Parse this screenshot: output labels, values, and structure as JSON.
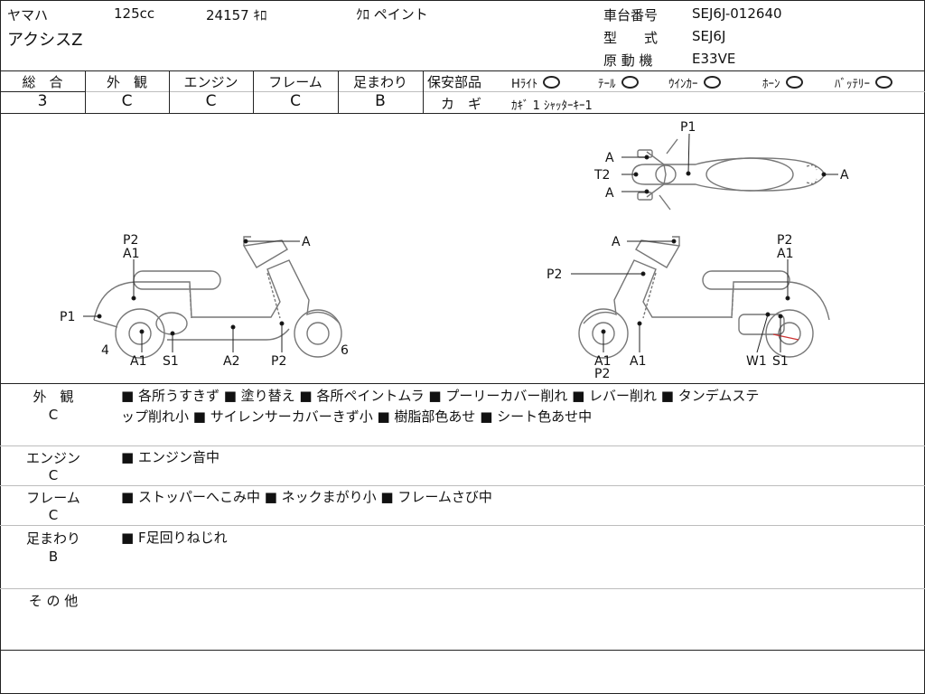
{
  "header": {
    "maker": "ヤマハ",
    "displacement": "125cc",
    "mileage": "24157 ｷﾛ",
    "color": "ｸﾛ ペイント",
    "model_name": "アクシスZ",
    "chassis_label": "車台番号",
    "chassis_value": "SEJ6J-012640",
    "type_label": "型　　式",
    "type_value": "SEJ6J",
    "engine_label": "原 動 機",
    "engine_value": "E33VE"
  },
  "grades": [
    {
      "label": "総　合",
      "value": "3"
    },
    {
      "label": "外　観",
      "value": "C"
    },
    {
      "label": "エンジン",
      "value": "C"
    },
    {
      "label": "フレーム",
      "value": "C"
    },
    {
      "label": "足まわり",
      "value": "B"
    }
  ],
  "safety": {
    "title": "保安部品",
    "items": [
      "Hﾗｲﾄ",
      "ﾃｰﾙ",
      "ｳｲﾝｶｰ",
      "ﾎｰﾝ",
      "ﾊﾞｯﾃﾘｰ"
    ],
    "key_label": "カ　ギ",
    "key_value": "ｶｷﾞ 1 ｼｬｯﾀｰｷｰ1"
  },
  "diagram": {
    "top_labels": {
      "p1": "P1",
      "a_left_top": "A",
      "t2": "T2",
      "a_left_bottom": "A",
      "a_right": "A"
    },
    "left_labels": {
      "p2": "P2",
      "a1_top": "A1",
      "p1": "P1",
      "a_handle": "A",
      "num4": "4",
      "a1": "A1",
      "s1": "S1",
      "a2": "A2",
      "p2_bottom": "P2",
      "num6": "6"
    },
    "right_labels": {
      "a_handle": "A",
      "p2_top": "P2",
      "a1_top": "A1",
      "p2_left": "P2",
      "a1_wheel": "A1",
      "p2_wheel": "P2",
      "a1_body": "A1",
      "w1": "W1",
      "s1": "S1"
    }
  },
  "sections": [
    {
      "label": "外　観",
      "grade": "C",
      "lines": [
        "■ 各所うすきず ■ 塗り替え ■ 各所ペイントムラ ■ プーリーカバー削れ ■ レバー削れ ■ タンデムステ",
        "ップ削れ小 ■ サイレンサーカバーきず小 ■ 樹脂部色あせ ■ シート色あせ中"
      ]
    },
    {
      "label": "エンジン",
      "grade": "C",
      "lines": [
        "■ エンジン音中"
      ]
    },
    {
      "label": "フレーム",
      "grade": "C",
      "lines": [
        "■ ストッパーへこみ中 ■ ネックまがり小 ■ フレームさび中"
      ]
    },
    {
      "label": "足まわり",
      "grade": "B",
      "lines": [
        "■ F足回りねじれ"
      ]
    },
    {
      "label": "そ の 他",
      "grade": "",
      "lines": []
    }
  ]
}
